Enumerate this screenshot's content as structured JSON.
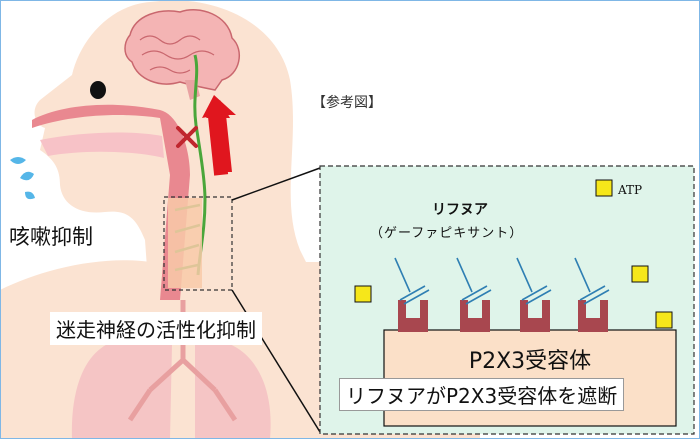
{
  "title": "【参考図】",
  "labels": {
    "cough": "咳嗽抑制",
    "vagus": "迷走神経の活性化抑制",
    "drug_name": "リフヌア",
    "drug_generic": "（ゲーファピキサント）",
    "atp": "ATP",
    "receptor": "P2X3受容体",
    "block": "リフヌアがP2X3受容体を遮断"
  },
  "colors": {
    "panel_bg": "#dff4ea",
    "receptor_bg": "#fbe0c8",
    "channel": "#a8474f",
    "atp_square": "#f6e71a",
    "nerve": "#4aa63a",
    "arrow": "#e0161e",
    "skin": "#fbe3d2",
    "brain": "#f4b4b4",
    "lungs": "#f5c5c5"
  }
}
